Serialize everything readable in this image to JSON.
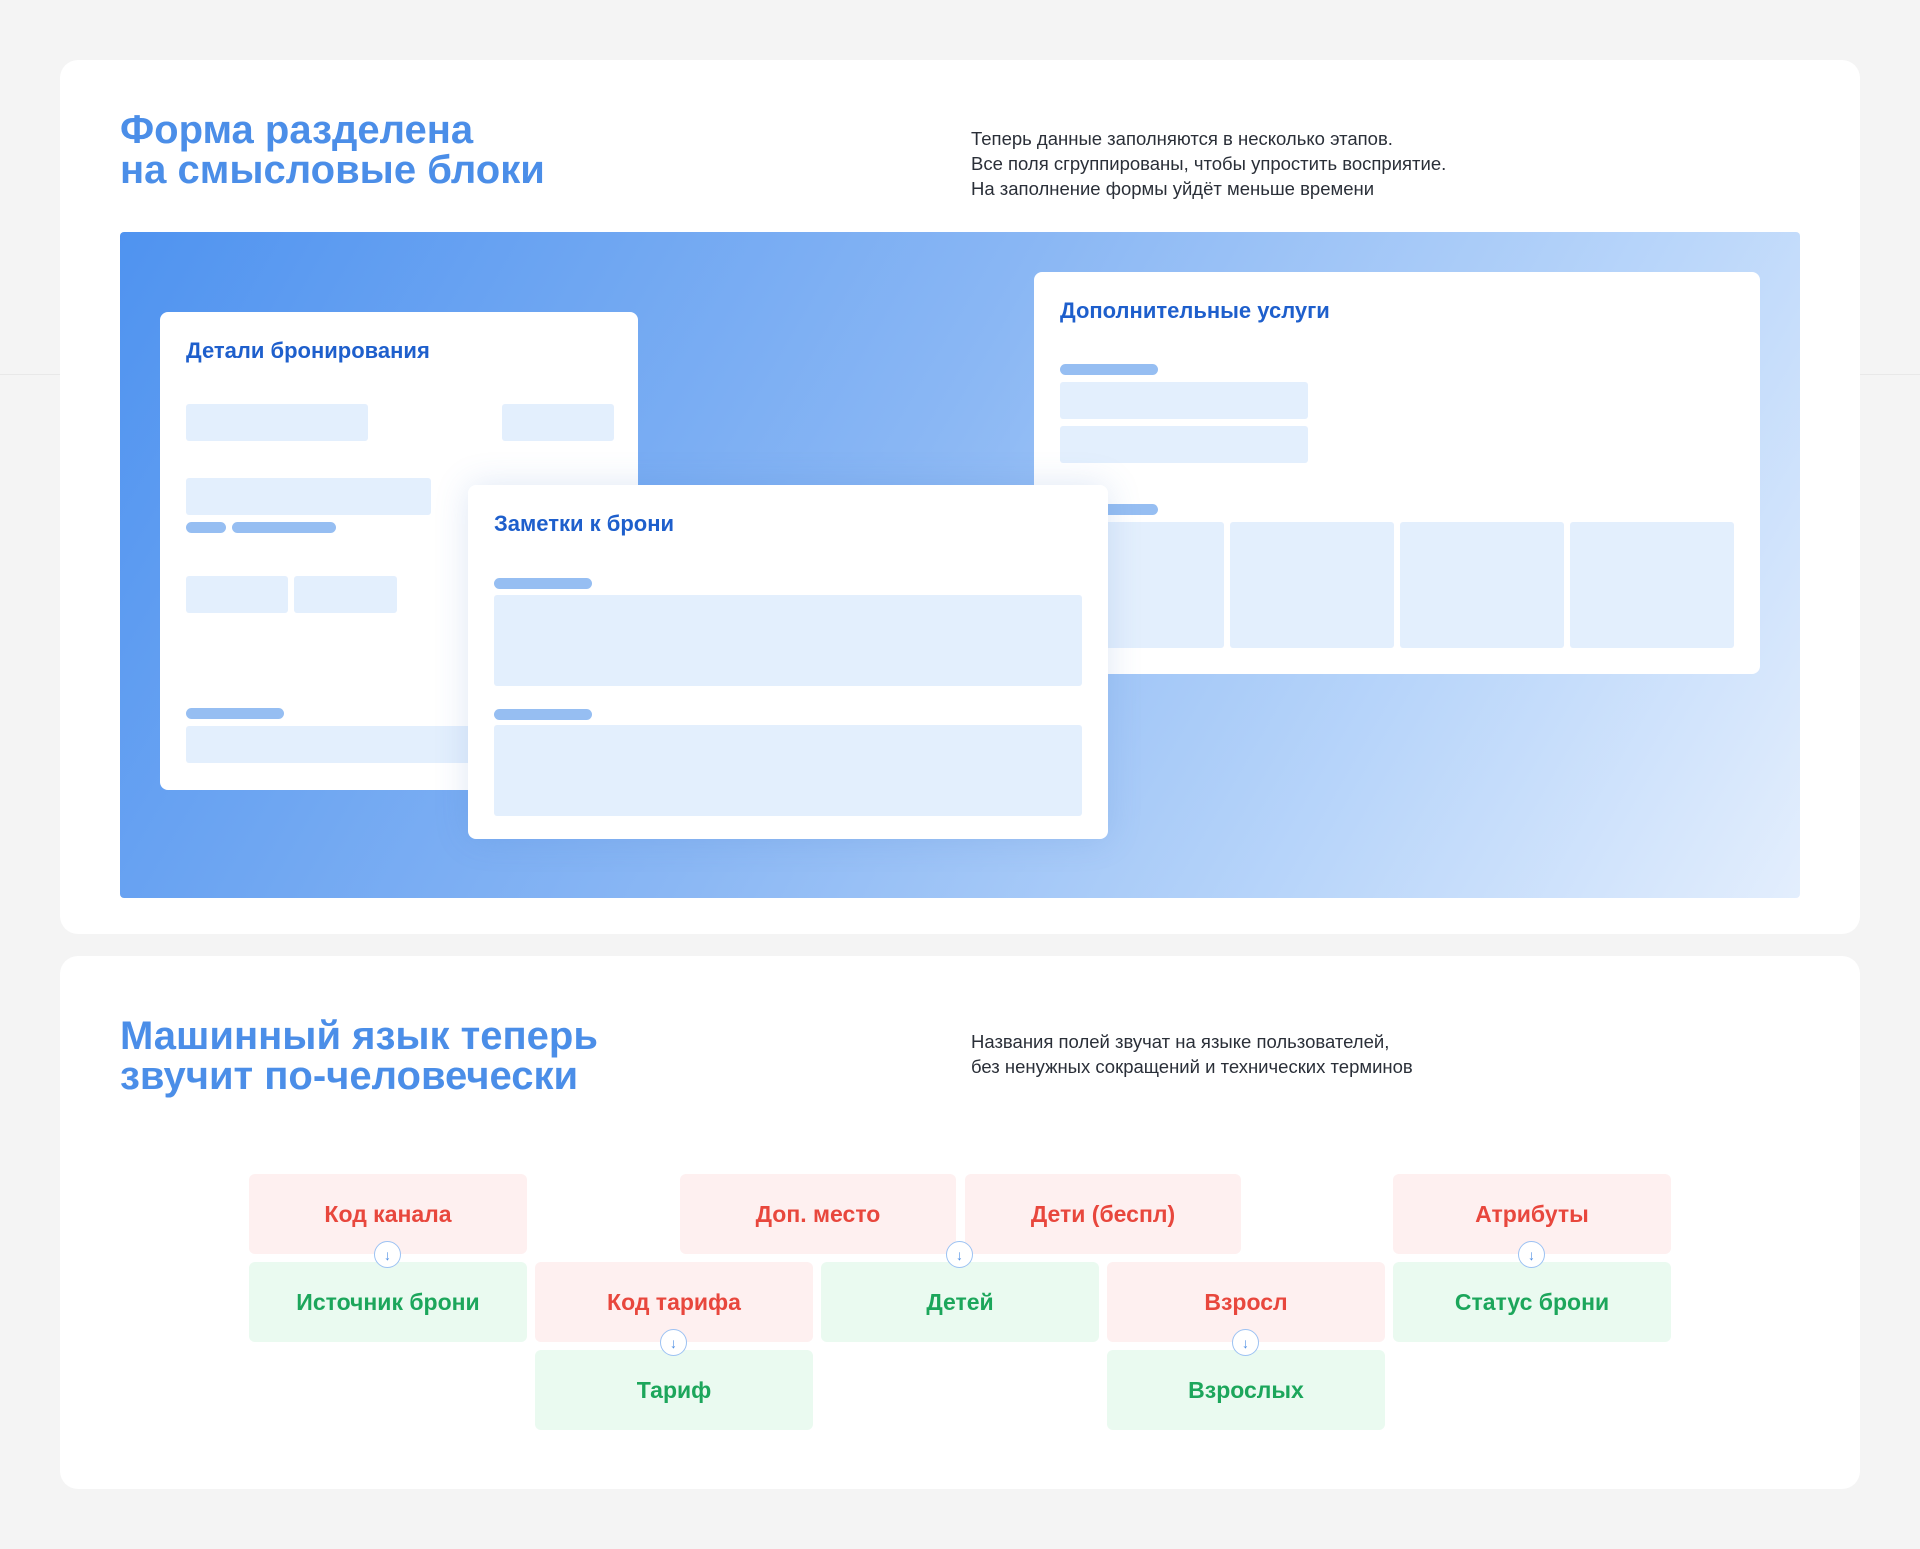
{
  "section1": {
    "title": "Форма разделена\nна смысловые блоки",
    "description": "Теперь данные заполняются в несколько этапов.\nВсе поля сгруппированы, чтобы упростить восприятие.\nНа заполнение формы уйдёт меньше времени",
    "panels": {
      "booking_details": "Детали бронирования",
      "extra_services": "Дополнительные услуги",
      "booking_notes": "Заметки к брони"
    }
  },
  "section2": {
    "title": "Машинный язык теперь\nзвучит по-человечески",
    "description": "Названия полей звучат на языке пользователей,\nбез ненужных сокращений и технических терминов",
    "renames": [
      {
        "old": "Код канала",
        "new": "Источник брони"
      },
      {
        "old": "Код тарифа",
        "new": "Тариф"
      },
      {
        "old": "Доп. место",
        "new": "Детей"
      },
      {
        "old": "Дети (беспл)",
        "new": "Детей"
      },
      {
        "old": "Взросл",
        "new": "Взрослых"
      },
      {
        "old": "Атрибуты",
        "new": "Статус брони"
      }
    ],
    "arrow_icon": "arrow-down-icon"
  },
  "colors": {
    "accent": "#4b8ee8",
    "panel_title": "#1e5fcc",
    "old_term": "#e8473d",
    "new_term": "#1ca65b"
  }
}
